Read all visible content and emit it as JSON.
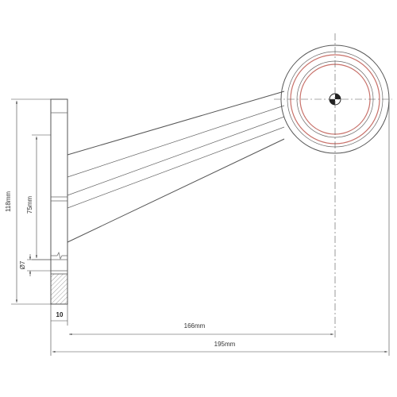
{
  "dimensions": {
    "overall_height": "118mm",
    "hole_spacing": "75mm",
    "hole_diameter": "Ø7",
    "base_thickness": "10",
    "lamp_offset": "166mm",
    "overall_length": "195mm"
  },
  "colors": {
    "line": "#555555",
    "lens_accent": "#c8716a",
    "background": "#ffffff"
  }
}
